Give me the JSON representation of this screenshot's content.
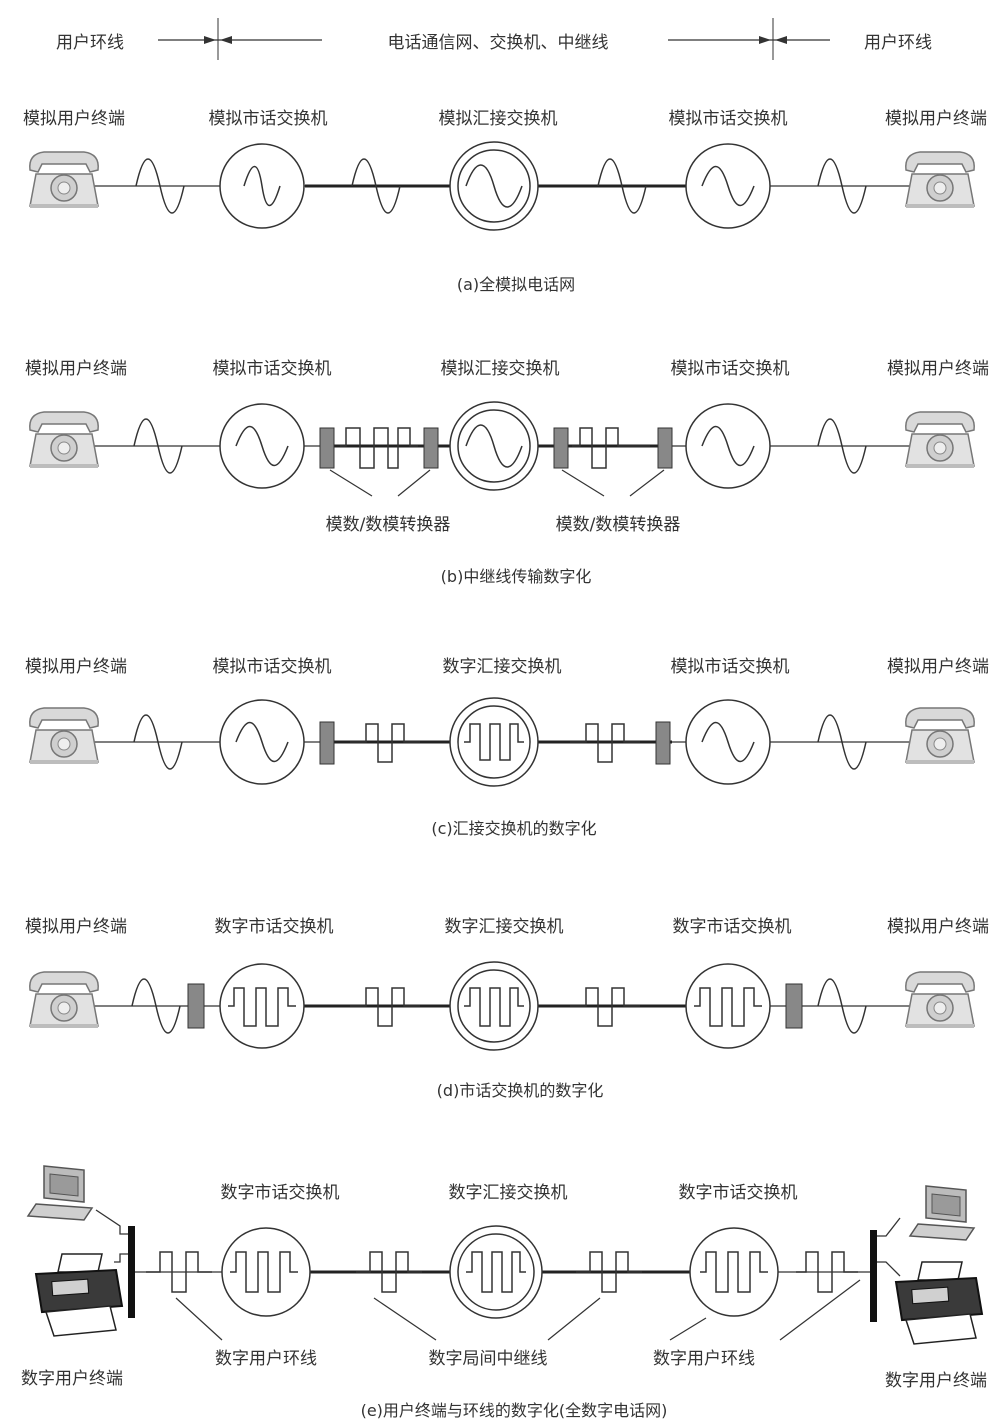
{
  "header": {
    "left": "用户环线",
    "center": "电话通信网、交换机、中继线",
    "right": "用户环线"
  },
  "panels": [
    {
      "id": "a",
      "labels": [
        "模拟用户终端",
        "模拟市话交换机",
        "模拟汇接交换机",
        "模拟市话交换机",
        "模拟用户终端"
      ],
      "caption": "(a)全模拟电话网"
    },
    {
      "id": "b",
      "labels": [
        "模拟用户终端",
        "模拟市话交换机",
        "模拟汇接交换机",
        "模拟市话交换机",
        "模拟用户终端"
      ],
      "converters": [
        "模数/数模转换器",
        "模数/数模转换器"
      ],
      "caption": "(b)中继线传输数字化"
    },
    {
      "id": "c",
      "labels": [
        "模拟用户终端",
        "模拟市话交换机",
        "数字汇接交换机",
        "模拟市话交换机",
        "模拟用户终端"
      ],
      "caption": "(c)汇接交换机的数字化"
    },
    {
      "id": "d",
      "labels": [
        "模拟用户终端",
        "数字市话交换机",
        "数字汇接交换机",
        "数字市话交换机",
        "模拟用户终端"
      ],
      "caption": "(d)市话交换机的数字化"
    },
    {
      "id": "e",
      "labels": [
        "数字市话交换机",
        "数字汇接交换机",
        "数字市话交换机"
      ],
      "bottom": [
        "数字用户终端",
        "数字用户环线",
        "数字局间中继线",
        "数字用户环线",
        "数字用户终端"
      ],
      "caption": "(e)用户终端与环线的数字化(全数字电话网)"
    }
  ]
}
